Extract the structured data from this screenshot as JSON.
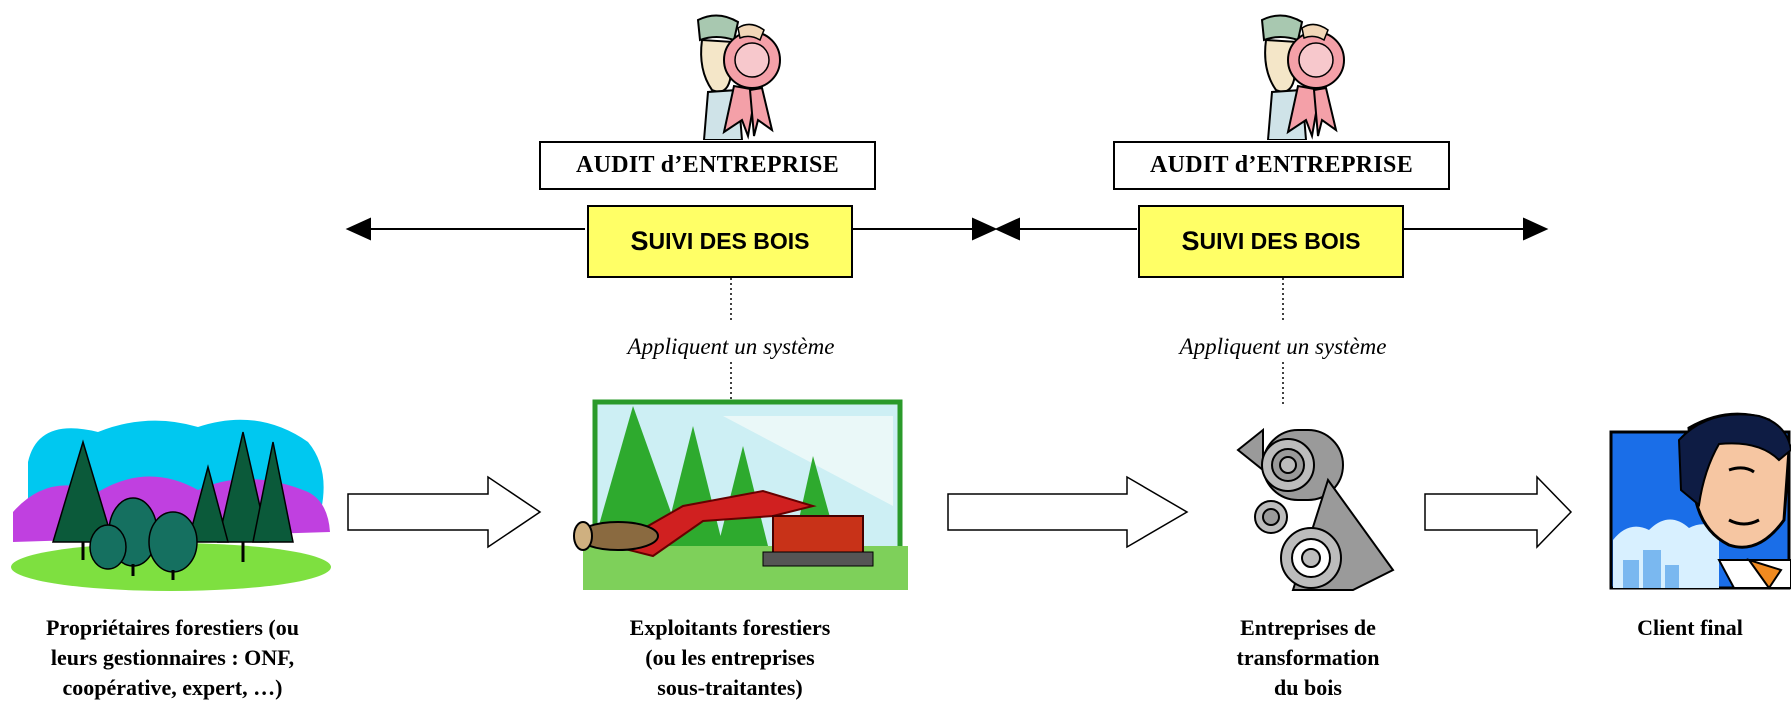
{
  "colors": {
    "suivi_fill": "#ffff66",
    "line": "#000000",
    "background": "#ffffff"
  },
  "audits": [
    {
      "label": "AUDIT d’ENTREPRISE"
    },
    {
      "label": "AUDIT d’ENTREPRISE"
    }
  ],
  "suivi": [
    {
      "cap_s": "S",
      "rest": "UIVI DES BOIS"
    },
    {
      "cap_s": "S",
      "rest": "UIVI DES BOIS"
    }
  ],
  "notes": [
    {
      "text": "Appliquent un système"
    },
    {
      "text": "Appliquent un système"
    }
  ],
  "actors": [
    {
      "icon": "forest-icon",
      "lines": [
        "Propriétaires forestiers (ou",
        "leurs gestionnaires : ONF,",
        "coopérative, expert, …)"
      ]
    },
    {
      "icon": "logging-machine-icon",
      "lines": [
        "Exploitants forestiers",
        "(ou les entreprises",
        "sous-traitantes)"
      ]
    },
    {
      "icon": "rolls-icon",
      "lines": [
        "Entreprises de",
        "transformation",
        "du bois"
      ]
    },
    {
      "icon": "customer-portrait-icon",
      "lines": [
        "Client final"
      ]
    }
  ],
  "icons": {
    "auditor": "auditor-ribbon-icon"
  }
}
